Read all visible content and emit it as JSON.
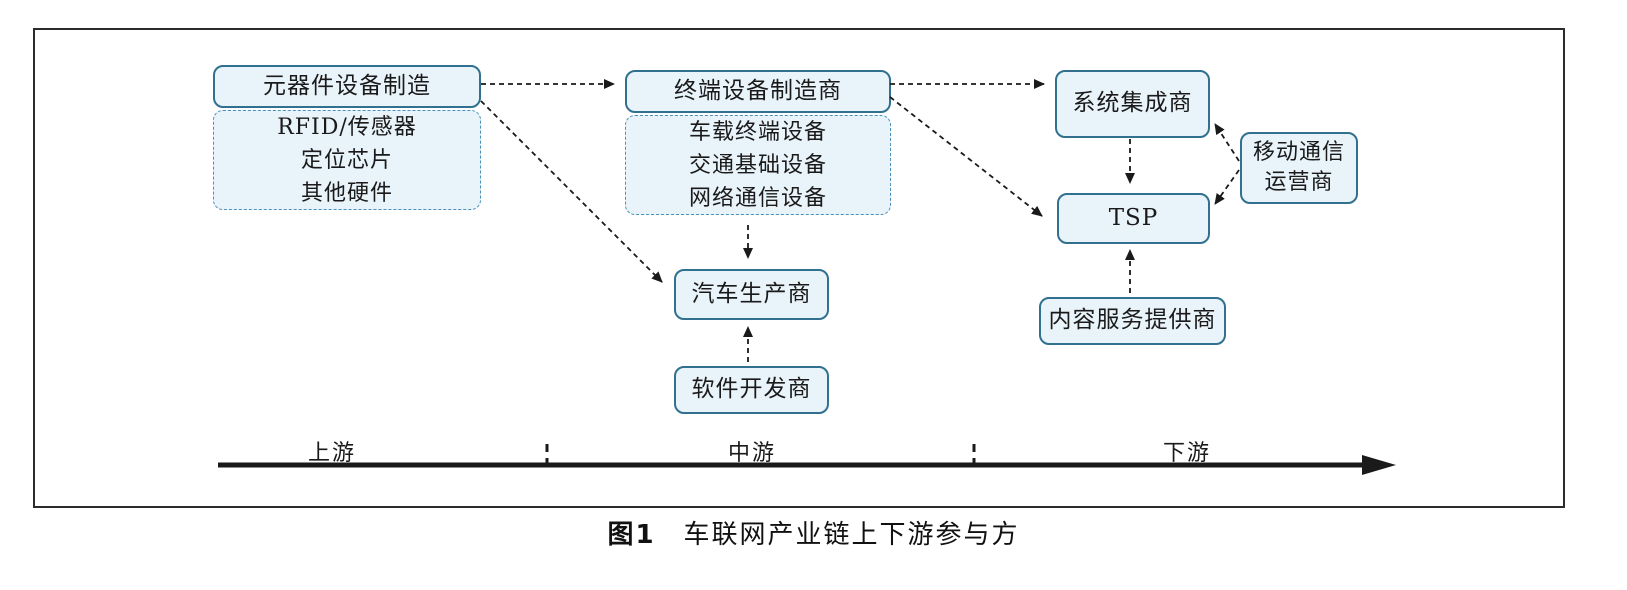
{
  "figure": {
    "caption": {
      "label": "图1",
      "title": "车联网产业链上下游参与方"
    }
  },
  "diagram": {
    "nodes": {
      "component_mfg": {
        "label": "元器件设备制造",
        "items": [
          "RFID/传感器",
          "定位芯片",
          "其他硬件"
        ]
      },
      "terminal_mfg": {
        "label": "终端设备制造商",
        "items": [
          "车载终端设备",
          "交通基础设备",
          "网络通信设备"
        ]
      },
      "system_integrator": {
        "label": "系统集成商"
      },
      "tsp": {
        "label": "TSP"
      },
      "mobile_operator": {
        "label": "移动通信运营商"
      },
      "auto_mfg": {
        "label": "汽车生产商"
      },
      "software_dev": {
        "label": "软件开发商"
      },
      "content_provider": {
        "label": "内容服务提供商"
      }
    },
    "axis": {
      "stages": [
        "上游",
        "中游",
        "下游"
      ]
    },
    "colors": {
      "box_fill": "#e9f3fa",
      "box_border": "#31708f",
      "dashed_border": "#4a90b8",
      "connector": "#1a1a1a"
    }
  }
}
